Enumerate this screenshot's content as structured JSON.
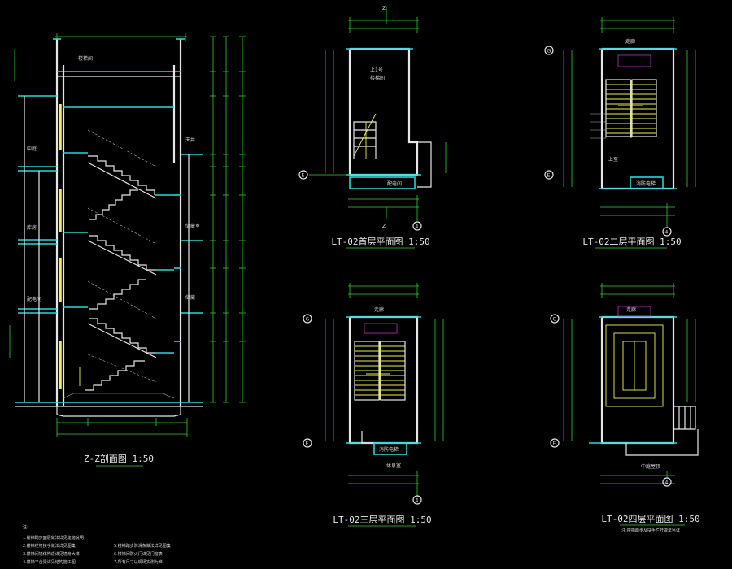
{
  "section": {
    "title": "Z-Z剖面图 1:50",
    "room_labels": [
      "楼梯间",
      "中庭",
      "天井",
      "库房",
      "储藏室",
      "配电间",
      "储藏"
    ]
  },
  "plans": [
    {
      "id": "plan-1",
      "title": "LT-02首层平面图 1:50",
      "labels": [
        "上1号",
        "楼梯间",
        "配电间"
      ],
      "axis_left": "E",
      "axis_bottom": "4",
      "section_mark": "Z"
    },
    {
      "id": "plan-2",
      "title": "LT-02二层平面图 1:50",
      "labels": [
        "走廊",
        "上至",
        "消防电梯"
      ],
      "axis_left_top": "G",
      "axis_left_bottom": "E",
      "axis_bottom": "4"
    },
    {
      "id": "plan-3",
      "title": "LT-02三层平面图 1:50",
      "labels": [
        "走廊",
        "消防电梯",
        "休息室"
      ],
      "axis_left_top": "G",
      "axis_left_bottom": "E",
      "axis_bottom": "4"
    },
    {
      "id": "plan-4",
      "title": "LT-02四层平面图 1:50",
      "subtitle": "注:楼梯踏步及扶手栏杆做法另详",
      "labels": [
        "走廊",
        "中庭屋顶"
      ],
      "axis_left_top": "G",
      "axis_left_bottom": "E",
      "axis_bottom": "4"
    }
  ],
  "notes": {
    "heading": "注:",
    "lines": [
      "1.楼梯踏步面层做法详见建施说明",
      "2.楼梯栏杆扶手做法详见图集",
      "3.楼梯间墙体构造详见墙身大样",
      "4.楼梯平台梁详见结构施工图",
      "5.楼梯踏步防滑条做法详见图集",
      "6.楼梯间防火门详见门窗表",
      "7.所有尺寸以现场实测为准"
    ]
  }
}
